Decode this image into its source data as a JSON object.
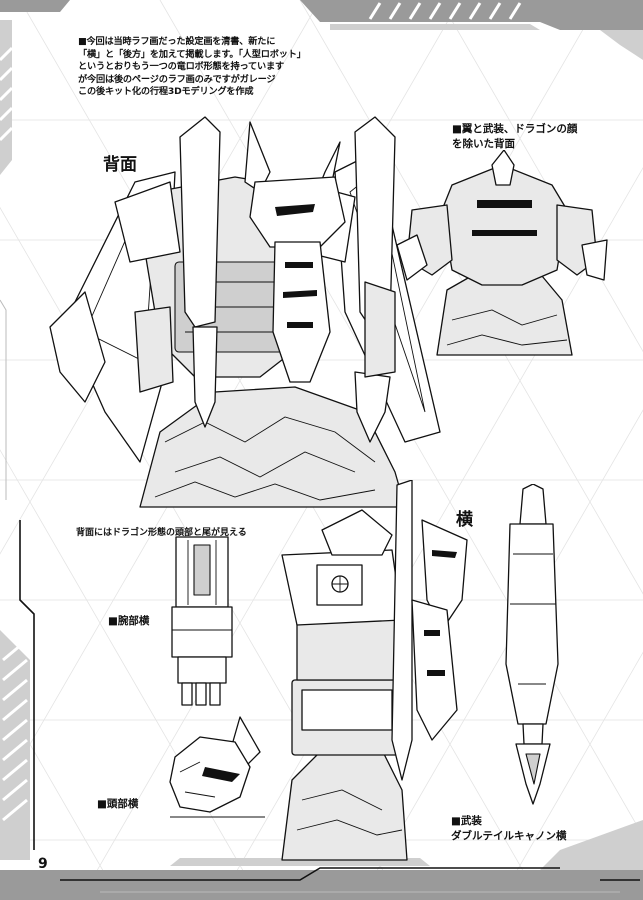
{
  "intro_lines": [
    "■今回は当時ラフ画だった設定画を清書、新たに",
    "「横」と「後方」を加えて掲載します。「人型ロボット」",
    "というとおりもう一つの竜ロボ形態を持っています",
    "が今回は後のページのラフ画のみですがガレージ",
    "この後キット化の行程3Dモデリングを作成"
  ],
  "labels": {
    "back_view": "背面",
    "back_no_wings_line1": "■翼と武装、ドラゴンの顔",
    "back_no_wings_line2": "を除いた背面",
    "side_view": "横",
    "back_note": "背面にはドラゴン形態の頭部と尾が見える",
    "arm_side": "■腕部横",
    "head_side": "■頭部横",
    "weapon_line1": "■武装",
    "weapon_line2": "ダブルテイルキャノン横"
  },
  "page_number": "9",
  "colors": {
    "line": "#111111",
    "tone_light": "#e9e9e9",
    "tone_mid": "#cfcfcf",
    "frame_gray": "#9a9a9a"
  },
  "icons": [
    "robot-back-illustration",
    "robot-back-no-wings-illustration",
    "robot-side-illustration",
    "arm-side-illustration",
    "head-side-illustration",
    "cannon-side-illustration"
  ]
}
